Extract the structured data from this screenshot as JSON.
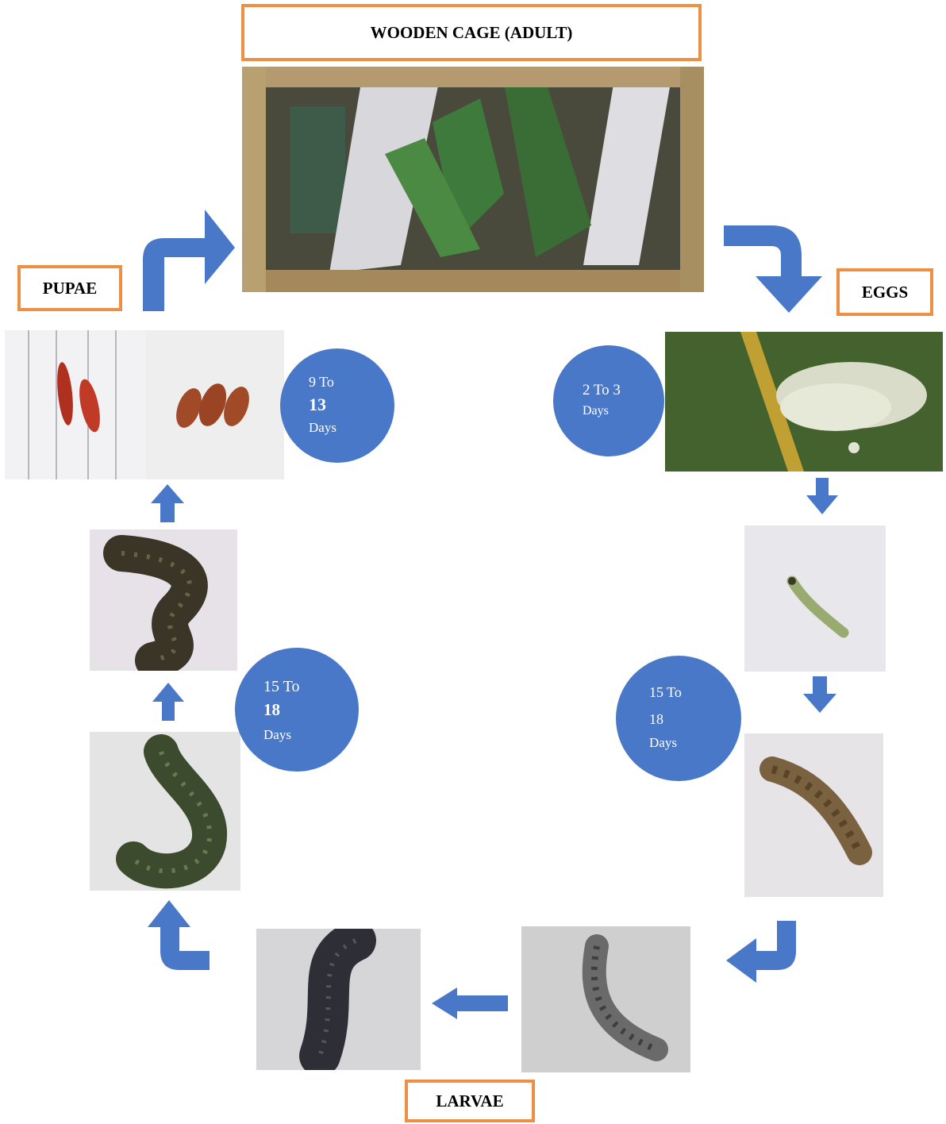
{
  "stages": {
    "adult": "WOODEN CAGE (ADULT)",
    "eggs": "EGGS",
    "larvae": "LARVAE",
    "pupae": "PUPAE"
  },
  "durations": {
    "eggs": {
      "line1": "2 To  3",
      "line2": "Days"
    },
    "larvae_right": {
      "line1": "15 To",
      "line2": "18",
      "line3": "Days"
    },
    "larvae_left": {
      "line1": "15 To",
      "line2": "18",
      "line3": "Days"
    },
    "pupae": {
      "line1": "9 To",
      "line2": "13",
      "line3": "Days"
    }
  },
  "colors": {
    "box_border": "#ed8f45",
    "arrow": "#4a78c8",
    "circle": "#4a78c8"
  }
}
